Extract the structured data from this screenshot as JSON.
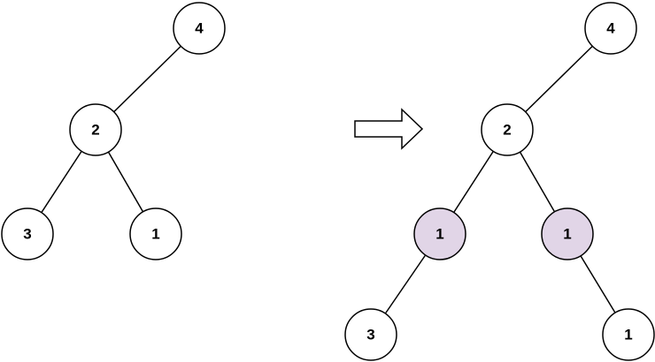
{
  "colors": {
    "node_fill": "#ffffff",
    "highlight_fill": "#e1d5e7",
    "stroke": "#000000",
    "arrow_fill": "#ffffff"
  },
  "arrow": {
    "icon": "right-arrow-icon",
    "direction": "right"
  },
  "trees": {
    "before": {
      "nodes": [
        {
          "id": "b4",
          "label": "4",
          "highlighted": false
        },
        {
          "id": "b2",
          "label": "2",
          "highlighted": false
        },
        {
          "id": "b3",
          "label": "3",
          "highlighted": false
        },
        {
          "id": "b1",
          "label": "1",
          "highlighted": false
        }
      ],
      "edges": [
        [
          "b4",
          "b2"
        ],
        [
          "b2",
          "b3"
        ],
        [
          "b2",
          "b1"
        ]
      ]
    },
    "after": {
      "nodes": [
        {
          "id": "a4",
          "label": "4",
          "highlighted": false
        },
        {
          "id": "a2",
          "label": "2",
          "highlighted": false
        },
        {
          "id": "a1l",
          "label": "1",
          "highlighted": true
        },
        {
          "id": "a1r",
          "label": "1",
          "highlighted": true
        },
        {
          "id": "a3",
          "label": "3",
          "highlighted": false
        },
        {
          "id": "a1b",
          "label": "1",
          "highlighted": false
        }
      ],
      "edges": [
        [
          "a4",
          "a2"
        ],
        [
          "a2",
          "a1l"
        ],
        [
          "a2",
          "a1r"
        ],
        [
          "a1l",
          "a3"
        ],
        [
          "a1r",
          "a1b"
        ]
      ]
    }
  }
}
